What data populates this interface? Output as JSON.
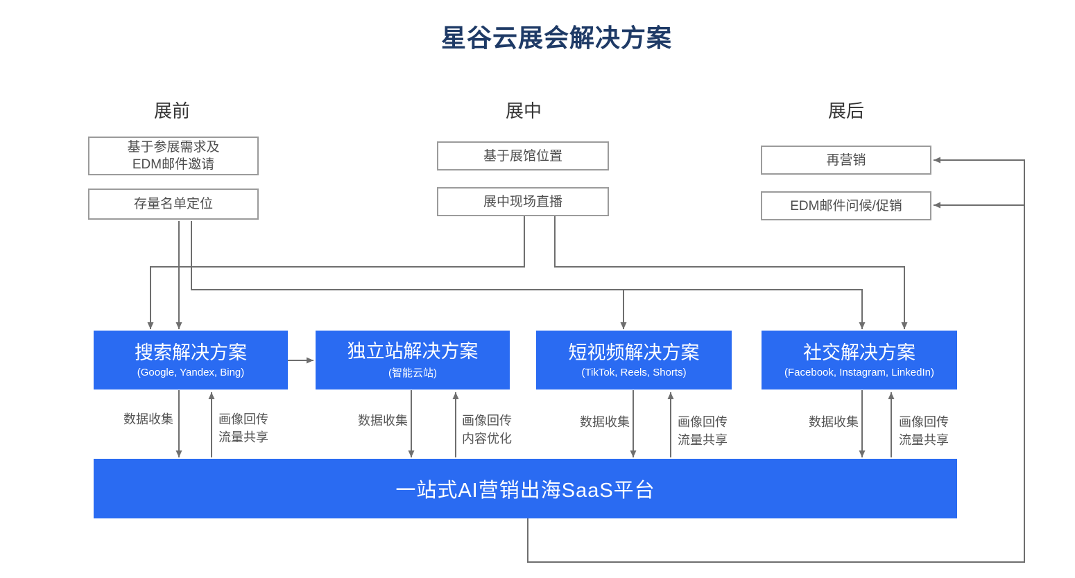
{
  "title": "星谷云展会解决方案",
  "phases": [
    {
      "header": "展前",
      "boxes": [
        {
          "label": "基于参展需求及\nEDM邮件邀请"
        },
        {
          "label": "存量名单定位"
        }
      ]
    },
    {
      "header": "展中",
      "boxes": [
        {
          "label": "基于展馆位置"
        },
        {
          "label": "展中现场直播"
        }
      ]
    },
    {
      "header": "展后",
      "boxes": [
        {
          "label": "再营销"
        },
        {
          "label": "EDM邮件问候/促销"
        }
      ]
    }
  ],
  "solutions": [
    {
      "title": "搜索解决方案",
      "subtitle": "(Google, Yandex, Bing)"
    },
    {
      "title": "独立站解决方案",
      "subtitle": "(智能云站)"
    },
    {
      "title": "短视频解决方案",
      "subtitle": "(TikTok, Reels, Shorts)"
    },
    {
      "title": "社交解决方案",
      "subtitle": "(Facebook, Instagram, LinkedIn)"
    }
  ],
  "flow_labels": [
    {
      "down": "数据收集",
      "up": "画像回传\n流量共享"
    },
    {
      "down": "数据收集",
      "up": "画像回传\n内容优化"
    },
    {
      "down": "数据收集",
      "up": "画像回传\n流量共享"
    },
    {
      "down": "数据收集",
      "up": "画像回传\n流量共享"
    }
  ],
  "platform": {
    "label": "一站式AI营销出海SaaS平台"
  },
  "colors": {
    "accent_blue": "#2a6bf2",
    "title_navy": "#1e3a66",
    "connector_gray": "#6e6e6e",
    "box_border_gray": "#9b9b9b",
    "label_gray": "#555555"
  }
}
